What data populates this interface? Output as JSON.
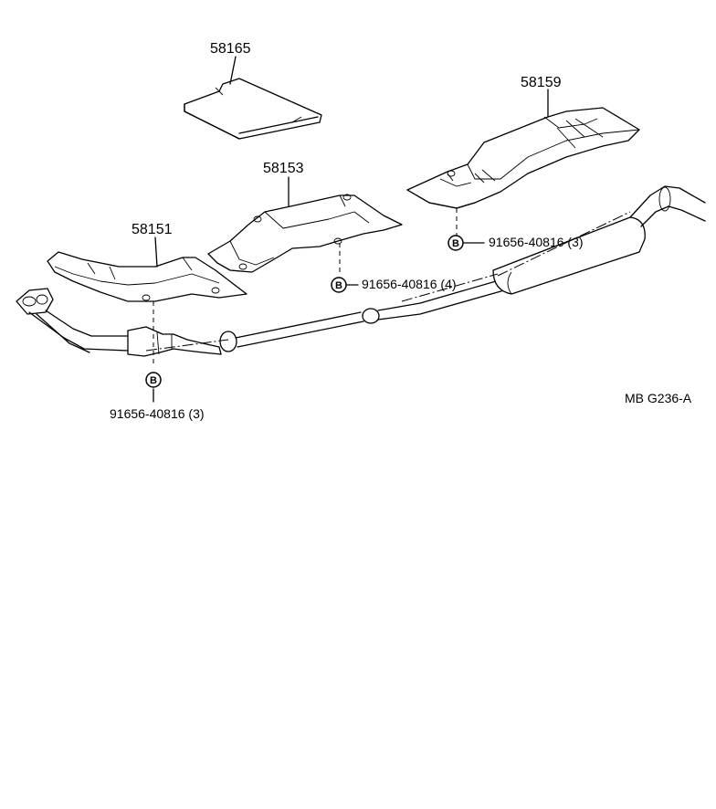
{
  "parts": {
    "p58165": "58165",
    "p58159": "58159",
    "p58153": "58153",
    "p58151": "58151"
  },
  "fasteners": {
    "bolt_symbol": "B",
    "f1": "91656-40816 (3)",
    "f2": "91656-40816 (4)",
    "f3": "91656-40816 (3)"
  },
  "diagram_code": "MB  G236-A"
}
